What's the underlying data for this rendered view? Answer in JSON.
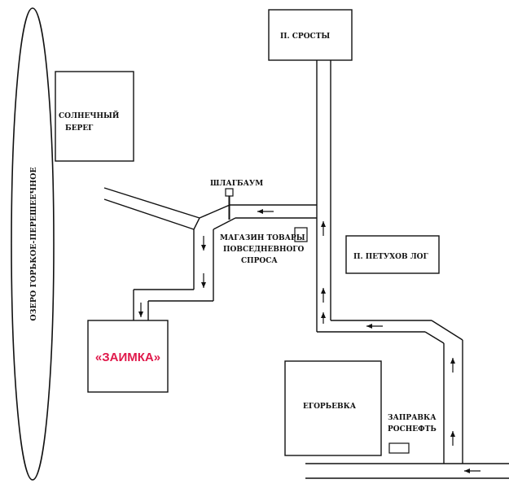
{
  "places": {
    "srosty": "П. СРОСТЫ",
    "solnechny_line1": "СОЛНЕЧНЫЙ",
    "solnechny_line2": "БЕРЕГ",
    "lake": "ОЗЕРО ГОРЬКОЕ-ПЕРЕШЕЕЧНОЕ",
    "shlagbaum": "ШЛАГБАУМ",
    "shops_line1": "МАГАЗИН ТОВАРЫ",
    "shops_line2": "ПОВСЕДНЕВНОГО",
    "shops_line3": "СПРОСА",
    "petukhov": "П. ПЕТУХОВ ЛОГ",
    "zaimka": "«ЗАИМКА»",
    "egorievka": "ЕГОРЬЕВКА",
    "fuel_line1": "ЗАПРАВКА",
    "fuel_line2": "РОСНЕФТЬ"
  },
  "colors": {
    "ink": "#111111",
    "accent": "#e0184a"
  }
}
